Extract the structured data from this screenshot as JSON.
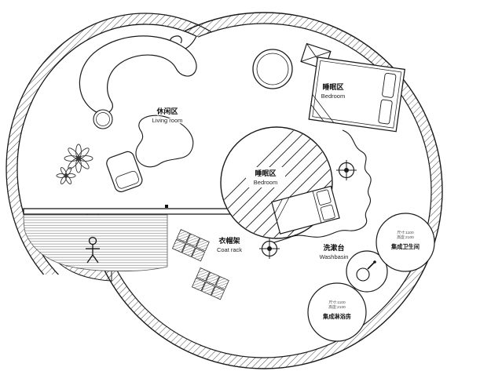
{
  "labels": {
    "living": {
      "zh": "休闲区",
      "en": "Living room"
    },
    "bedroomUpper": {
      "zh": "睡眠区",
      "en": "Bedroom"
    },
    "bedroomCenter": {
      "zh": "睡眠区",
      "en": "Bedroom"
    },
    "coatRack": {
      "zh": "衣帽架",
      "en": "Coat rack"
    },
    "washbasin": {
      "zh": "洗漱台",
      "en": "Washbasin"
    },
    "bathroom": {
      "zh": "集成卫生间",
      "spec1": "尺寸:1100",
      "spec2": "高度:2100"
    },
    "shower": {
      "zh": "集成淋浴房",
      "spec1": "尺寸:1100",
      "spec2": "高度:2100"
    }
  },
  "colors": {
    "background": "#ffffff",
    "wall_line": "#1a1a1a",
    "wall_hatch": "#4a4a4a",
    "deck_line": "#8a8a8a",
    "text": "#111111"
  }
}
